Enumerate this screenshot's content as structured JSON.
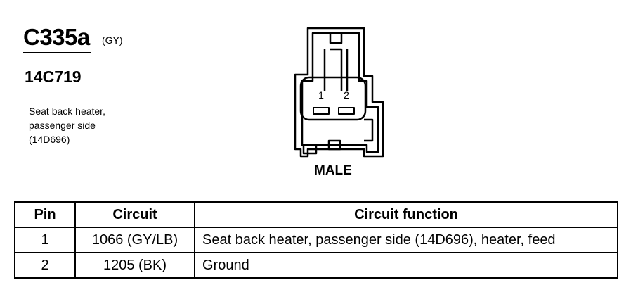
{
  "connector": {
    "id": "C335a",
    "color_code": "(GY)",
    "part_number": "14C719",
    "description_lines": [
      "Seat back heater,",
      "passenger side",
      "(14D696)"
    ]
  },
  "diagram": {
    "pin_labels": [
      "1",
      "2"
    ],
    "gender": "MALE"
  },
  "table": {
    "headers": [
      "Pin",
      "Circuit",
      "Circuit function"
    ],
    "rows": [
      {
        "pin": "1",
        "circuit": "1066 (GY/LB)",
        "function": "Seat back heater, passenger side (14D696), heater, feed"
      },
      {
        "pin": "2",
        "circuit": "1205 (BK)",
        "function": "Ground"
      }
    ]
  }
}
